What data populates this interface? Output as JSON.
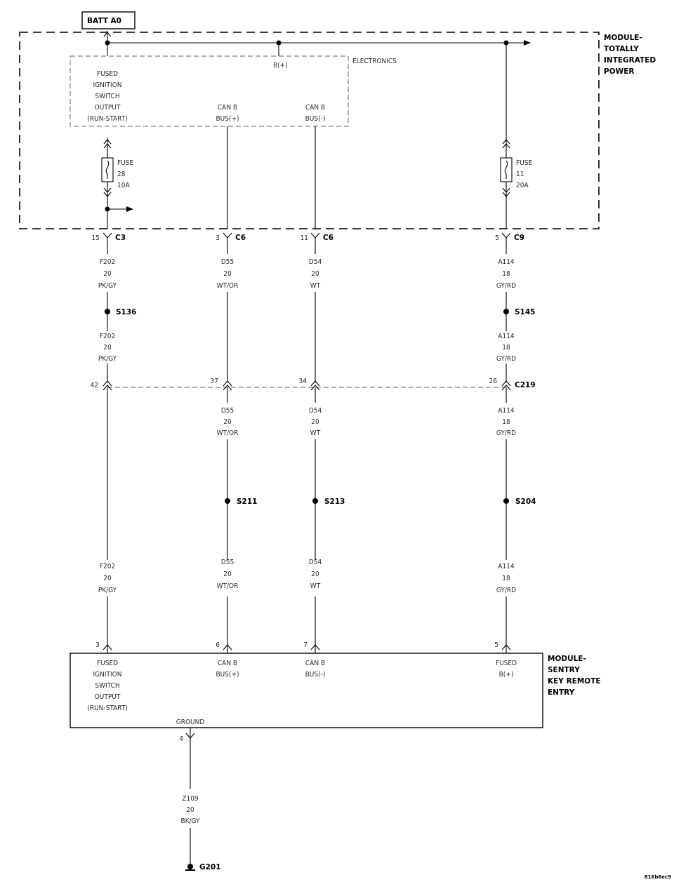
{
  "labels": {
    "batt": "BATT A0",
    "electronics": "ELECTRONICS",
    "b_plus": "B(+)",
    "tipm": [
      "MODULE-",
      "TOTALLY",
      "INTEGRATED",
      "POWER"
    ],
    "skrem": [
      "MODULE-",
      "SENTRY",
      "KEY REMOTE",
      "ENTRY"
    ],
    "ground": "GROUND",
    "g201": "G201",
    "image_code": "816b6ec9"
  },
  "tipm_outputs": [
    [
      "FUSED",
      "IGNITION",
      "SWITCH",
      "OUTPUT",
      "(RUN-START)"
    ],
    [
      "CAN B",
      "BUS(+)"
    ],
    [
      "CAN B",
      "BUS(-)"
    ]
  ],
  "skrem_inputs": [
    [
      "FUSED",
      "IGNITION",
      "SWITCH",
      "OUTPUT",
      "(RUN-START)"
    ],
    [
      "CAN B",
      "BUS(+)"
    ],
    [
      "CAN B",
      "BUS(-)"
    ],
    [
      "FUSED",
      "B(+)"
    ]
  ],
  "fuses": [
    [
      "FUSE",
      "28",
      "10A"
    ],
    [
      "FUSE",
      "11",
      "20A"
    ]
  ],
  "connectors": {
    "tipm_pins": [
      "15",
      "3",
      "11",
      "5"
    ],
    "tipm_names": [
      "C3",
      "C6",
      "C6",
      "C9"
    ],
    "c219_pins": [
      "42",
      "37",
      "34",
      "26"
    ],
    "c219_name": "C219",
    "skrem_pins": [
      "3",
      "6",
      "7",
      "5"
    ],
    "ground_pin": "4"
  },
  "wires": {
    "top": [
      [
        "F202",
        "20",
        "PK/GY"
      ],
      [
        "D55",
        "20",
        "WT/OR"
      ],
      [
        "D54",
        "20",
        "WT"
      ],
      [
        "A114",
        "18",
        "GY/RD"
      ]
    ],
    "mid": [
      [
        "F202",
        "20",
        "PK/GY"
      ],
      null,
      null,
      [
        "A114",
        "18",
        "GY/RD"
      ]
    ],
    "low": [
      null,
      [
        "D55",
        "20",
        "WT/OR"
      ],
      [
        "D54",
        "20",
        "WT"
      ],
      [
        "A114",
        "18",
        "GY/RD"
      ]
    ],
    "bottom": [
      [
        "F202",
        "20",
        "PK/GY"
      ],
      [
        "D55",
        "20",
        "WT/OR"
      ],
      [
        "D54",
        "20",
        "WT"
      ],
      [
        "A114",
        "18",
        "GY/RD"
      ]
    ],
    "ground": [
      "Z109",
      "20",
      "BK/GY"
    ]
  },
  "splices": {
    "upper": [
      "S136",
      null,
      null,
      "S145"
    ],
    "lower": [
      null,
      "S211",
      "S213",
      "S204"
    ]
  }
}
